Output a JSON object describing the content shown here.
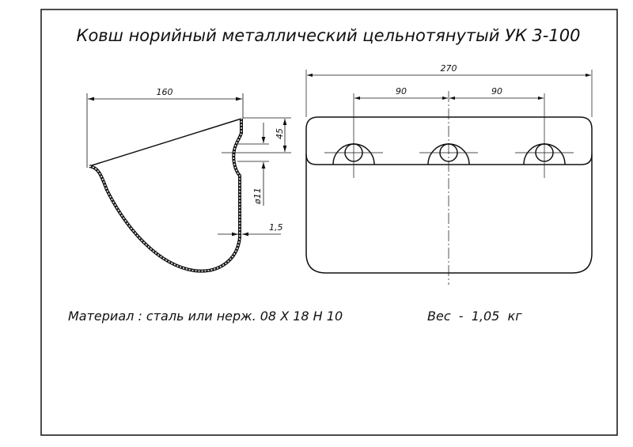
{
  "title": "Ковш норийный металлический цельнотянутый УК 3-100",
  "side_view": {
    "width_dim": "160",
    "hole_offset_dim": "45",
    "hole_diameter_dim": "ø11",
    "thickness_dim": "1,5"
  },
  "front_view": {
    "total_width_dim": "270",
    "pitch_left_dim": "90",
    "pitch_right_dim": "90"
  },
  "material": "Материал : сталь или нерж. 08 Х 18 Н 10",
  "weight": "Вес  -  1,05  кг"
}
